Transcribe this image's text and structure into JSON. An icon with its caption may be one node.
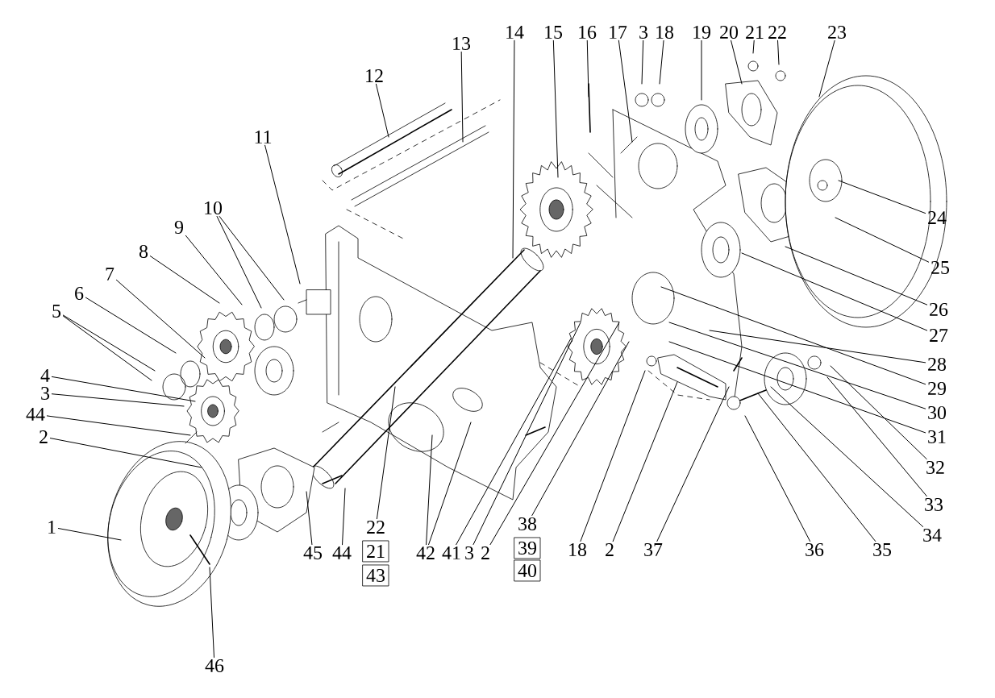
{
  "diagram": {
    "nodes": [
      {
        "text": [
          "12"
        ]
      },
      {
        "text": [
          "13"
        ]
      },
      {
        "text": [
          "11"
        ]
      },
      {
        "text": [
          "10"
        ]
      },
      {
        "text": [
          "9"
        ]
      },
      {
        "text": [
          "8"
        ]
      },
      {
        "text": [
          "7"
        ]
      },
      {
        "text": [
          "6"
        ]
      },
      {
        "text": [
          "5"
        ]
      },
      {
        "text": [
          "4"
        ]
      },
      {
        "text": [
          "3"
        ]
      },
      {
        "text": [
          "44"
        ]
      },
      {
        "text": [
          "2"
        ]
      },
      {
        "text": [
          "1"
        ]
      },
      {
        "text": [
          "46"
        ]
      },
      {
        "text": [
          "14"
        ]
      },
      {
        "text": [
          "15"
        ]
      },
      {
        "text": [
          "16"
        ]
      },
      {
        "text": [
          "17"
        ]
      },
      {
        "text": [
          "3"
        ]
      },
      {
        "text": [
          "18"
        ]
      },
      {
        "text": [
          "19"
        ]
      },
      {
        "text": [
          "20"
        ]
      },
      {
        "text": [
          "21"
        ]
      },
      {
        "text": [
          "22"
        ]
      },
      {
        "text": [
          "23"
        ]
      },
      {
        "text": [
          "24"
        ]
      },
      {
        "text": [
          "25"
        ]
      },
      {
        "text": [
          "26"
        ]
      },
      {
        "text": [
          "27"
        ]
      },
      {
        "text": [
          "28"
        ]
      },
      {
        "text": [
          "29"
        ]
      },
      {
        "text": [
          "30"
        ]
      },
      {
        "text": [
          "31"
        ]
      },
      {
        "text": [
          "32"
        ]
      },
      {
        "text": [
          "33"
        ]
      },
      {
        "text": [
          "34"
        ]
      },
      {
        "text": [
          "45"
        ]
      },
      {
        "text": [
          "44"
        ]
      },
      {
        "text": [
          "22"
        ]
      },
      {
        "text": [
          "21"
        ]
      },
      {
        "text": [
          "43"
        ]
      },
      {
        "text": [
          "42"
        ]
      },
      {
        "text": [
          "41"
        ]
      },
      {
        "text": [
          "3"
        ]
      },
      {
        "text": [
          "2"
        ]
      },
      {
        "text": [
          "38"
        ]
      },
      {
        "text": [
          "39"
        ]
      },
      {
        "text": [
          "40"
        ]
      },
      {
        "text": [
          "18"
        ]
      },
      {
        "text": [
          "2"
        ]
      },
      {
        "text": [
          "37"
        ]
      },
      {
        "text": [
          "36"
        ]
      },
      {
        "text": [
          "35"
        ]
      }
    ],
    "edges": [
      {
        "from": 0,
        "to": null,
        "arrow": "none"
      },
      {
        "from": 1,
        "to": null,
        "arrow": "none"
      },
      {
        "from": 2,
        "to": null,
        "arrow": "none"
      },
      {
        "from": 3,
        "to": null,
        "arrow": "none"
      },
      {
        "from": 3,
        "to": null,
        "arrow": "none"
      },
      {
        "from": 4,
        "to": null,
        "arrow": "none"
      },
      {
        "from": 5,
        "to": null,
        "arrow": "none"
      },
      {
        "from": 6,
        "to": null,
        "arrow": "none"
      },
      {
        "from": 7,
        "to": null,
        "arrow": "none"
      },
      {
        "from": 8,
        "to": null,
        "arrow": "none"
      },
      {
        "from": 8,
        "to": null,
        "arrow": "none"
      },
      {
        "from": 9,
        "to": null,
        "arrow": "none"
      },
      {
        "from": 10,
        "to": null,
        "arrow": "none"
      },
      {
        "from": 11,
        "to": null,
        "arrow": "none"
      },
      {
        "from": 12,
        "to": null,
        "arrow": "none"
      },
      {
        "from": 13,
        "to": null,
        "arrow": "none"
      },
      {
        "from": 14,
        "to": null,
        "arrow": "none"
      },
      {
        "from": 15,
        "to": null,
        "arrow": "none"
      },
      {
        "from": 16,
        "to": null,
        "arrow": "none"
      },
      {
        "from": 17,
        "to": null,
        "arrow": "none"
      },
      {
        "from": 18,
        "to": null,
        "arrow": "none"
      },
      {
        "from": 19,
        "to": null,
        "arrow": "none"
      },
      {
        "from": 20,
        "to": null,
        "arrow": "none"
      },
      {
        "from": 21,
        "to": null,
        "arrow": "none"
      },
      {
        "from": 22,
        "to": null,
        "arrow": "none"
      },
      {
        "from": 23,
        "to": null,
        "arrow": "none"
      },
      {
        "from": 24,
        "to": null,
        "arrow": "none"
      },
      {
        "from": 25,
        "to": null,
        "arrow": "none"
      },
      {
        "from": 26,
        "to": null,
        "arrow": "none"
      },
      {
        "from": 27,
        "to": null,
        "arrow": "none"
      },
      {
        "from": 28,
        "to": null,
        "arrow": "none"
      },
      {
        "from": 29,
        "to": null,
        "arrow": "none"
      },
      {
        "from": 30,
        "to": null,
        "arrow": "none"
      },
      {
        "from": 31,
        "to": null,
        "arrow": "none"
      },
      {
        "from": 32,
        "to": null,
        "arrow": "none"
      },
      {
        "from": 33,
        "to": null,
        "arrow": "none"
      },
      {
        "from": 34,
        "to": null,
        "arrow": "none"
      },
      {
        "from": 35,
        "to": null,
        "arrow": "none"
      },
      {
        "from": 36,
        "to": null,
        "arrow": "none"
      },
      {
        "from": 37,
        "to": null,
        "arrow": "none"
      },
      {
        "from": 38,
        "to": null,
        "arrow": "none"
      },
      {
        "from": 39,
        "to": null,
        "arrow": "none"
      },
      {
        "from": 42,
        "to": null,
        "arrow": "none"
      },
      {
        "from": 42,
        "to": null,
        "arrow": "none"
      },
      {
        "from": 43,
        "to": null,
        "arrow": "none"
      },
      {
        "from": 44,
        "to": null,
        "arrow": "none"
      },
      {
        "from": 45,
        "to": null,
        "arrow": "none"
      },
      {
        "from": 46,
        "to": null,
        "arrow": "none"
      },
      {
        "from": 49,
        "to": null,
        "arrow": "none"
      },
      {
        "from": 50,
        "to": null,
        "arrow": "none"
      },
      {
        "from": 51,
        "to": null,
        "arrow": "none"
      },
      {
        "from": 52,
        "to": null,
        "arrow": "none"
      },
      {
        "from": 53,
        "to": null,
        "arrow": "none"
      }
    ]
  }
}
